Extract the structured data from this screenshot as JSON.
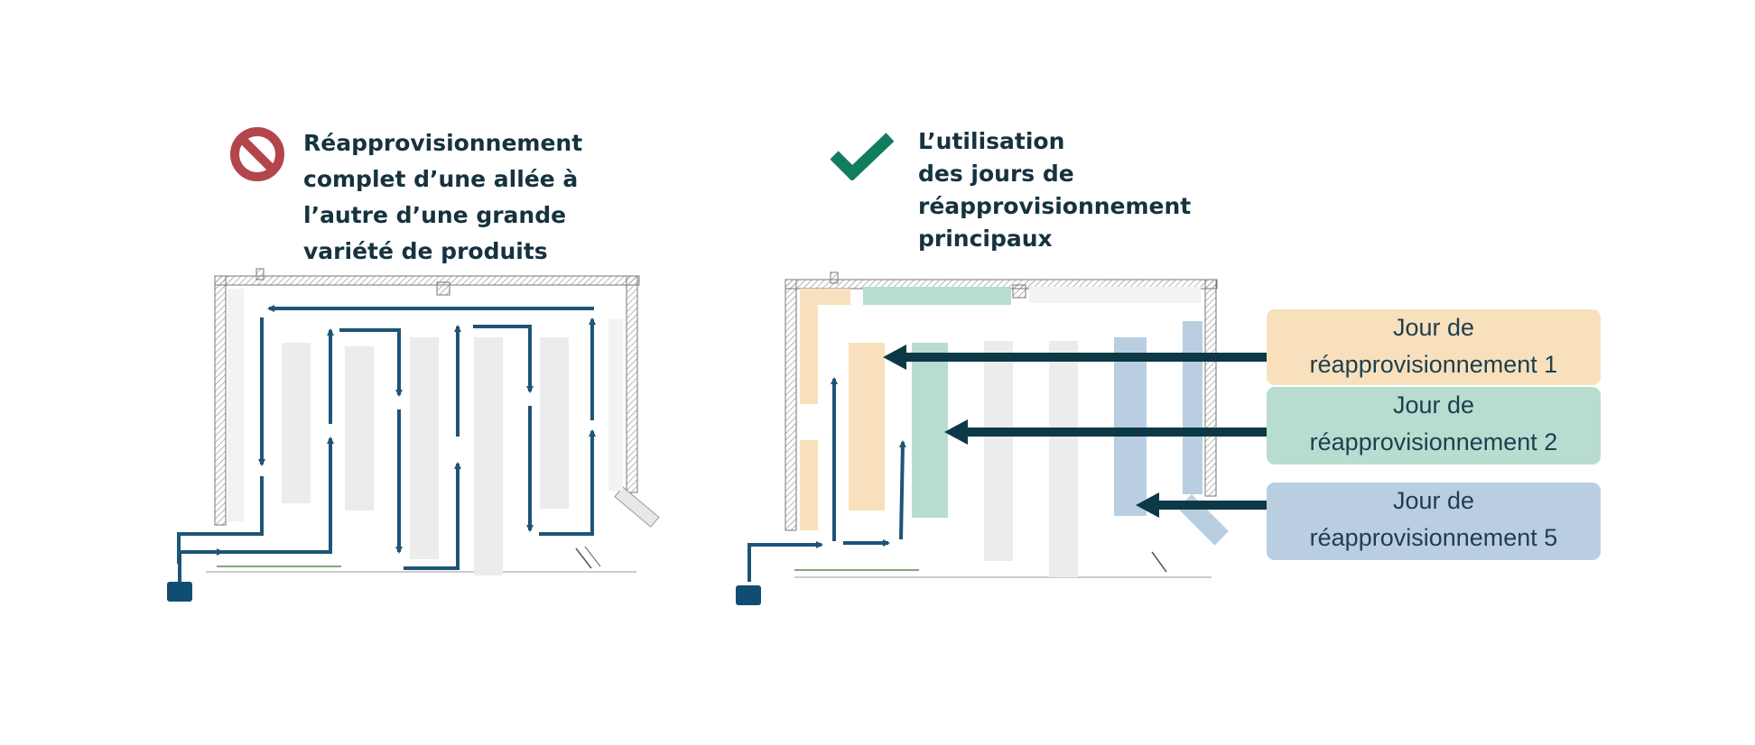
{
  "left_panel": {
    "icon": "no-entry-icon",
    "icon_color": "#b4454b",
    "heading_lines": [
      "Réapprovisionnement",
      "complet d’une allée à",
      "l’autre d’une grande",
      "variété de produits"
    ]
  },
  "right_panel": {
    "icon": "check-icon",
    "icon_color": "#117d60",
    "heading_lines": [
      "L’utilisation",
      "des jours de",
      "réapprovisionnement",
      "principaux"
    ]
  },
  "callouts": [
    {
      "lines": [
        "Jour de",
        "réapprovisionnement 1"
      ],
      "color": "#f8e0bc"
    },
    {
      "lines": [
        "Jour de",
        "réapprovisionnement 2"
      ],
      "color": "#b8dccf"
    },
    {
      "lines": [
        "Jour de",
        "réapprovisionnement 5"
      ],
      "color": "#b9cfe1"
    }
  ],
  "colors": {
    "heading_text": "#16323f",
    "path_arrow": "#1d5477",
    "callout_arrow": "#0d3845",
    "shelf_default": "#ececec",
    "entry_marker": "#0f4e72"
  }
}
